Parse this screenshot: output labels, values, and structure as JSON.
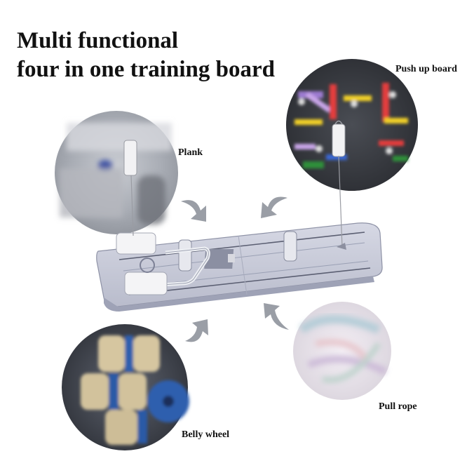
{
  "title": {
    "line1": "Multi functional",
    "line2": "four in one training board"
  },
  "callouts": {
    "push_up_board": "Push up board",
    "plank": "Plank",
    "pull_rope": "Pull rope",
    "belly_wheel": "Belly wheel"
  }
}
